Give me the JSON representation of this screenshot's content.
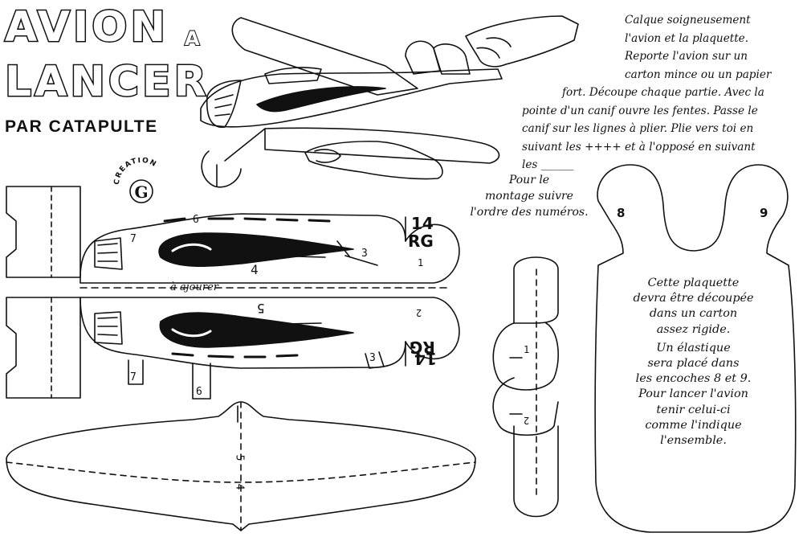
{
  "title": {
    "line1": "AVION",
    "connector": "A",
    "line2": "LANCER",
    "subtitle": "PAR CATAPULTE"
  },
  "logo": {
    "arc_text": "CREATION",
    "monogram": "G"
  },
  "instructions": {
    "l1": "Calque soigneusement",
    "l2": "l'avion et la plaquette.",
    "l3": "Reporte l'avion sur un",
    "l4": "carton mince ou un papier",
    "l5": "fort. Découpe chaque partie. Avec la",
    "l6": "pointe d'un canif ouvre les fentes. Passe le",
    "l7": "canif sur les lignes à plier. Plie vers toi en",
    "l8": "suivant les ++++ et à l'opposé en suivant",
    "l9": "les ______"
  },
  "montage": {
    "l1": "Pour le",
    "l2": "montage suivre",
    "l3": "l'ordre des numéros."
  },
  "plaquette": {
    "notch_left": "8",
    "notch_right": "9",
    "l1": "Cette plaquette",
    "l2": "devra être découpée",
    "l3": "dans un carton",
    "l4": "assez rigide.",
    "l5": "Un élastique",
    "l6": "sera placé dans",
    "l7": "les encoches 8 et 9.",
    "l8": "Pour lancer l'avion",
    "l9": "tenir celui-ci",
    "l10": "comme l'indique",
    "l11": "l'ensemble."
  },
  "fuselage": {
    "reg_top_num": "14",
    "reg_top_code": "RG",
    "reg_bot_num": "14",
    "reg_bot_code": "RG",
    "cutout_label": "à ajourer",
    "n1a": "1",
    "n2a": "2",
    "n3a": "3",
    "n3b": "3",
    "n4": "4",
    "n5": "5",
    "n6a": "6",
    "n6b": "6",
    "n7a": "7",
    "n7b": "7"
  },
  "wing": {
    "n5": "5",
    "n4": "4"
  },
  "tail": {
    "m1": "1",
    "m2": "2"
  },
  "colors": {
    "ink": "#111111",
    "paper": "#ffffff"
  }
}
